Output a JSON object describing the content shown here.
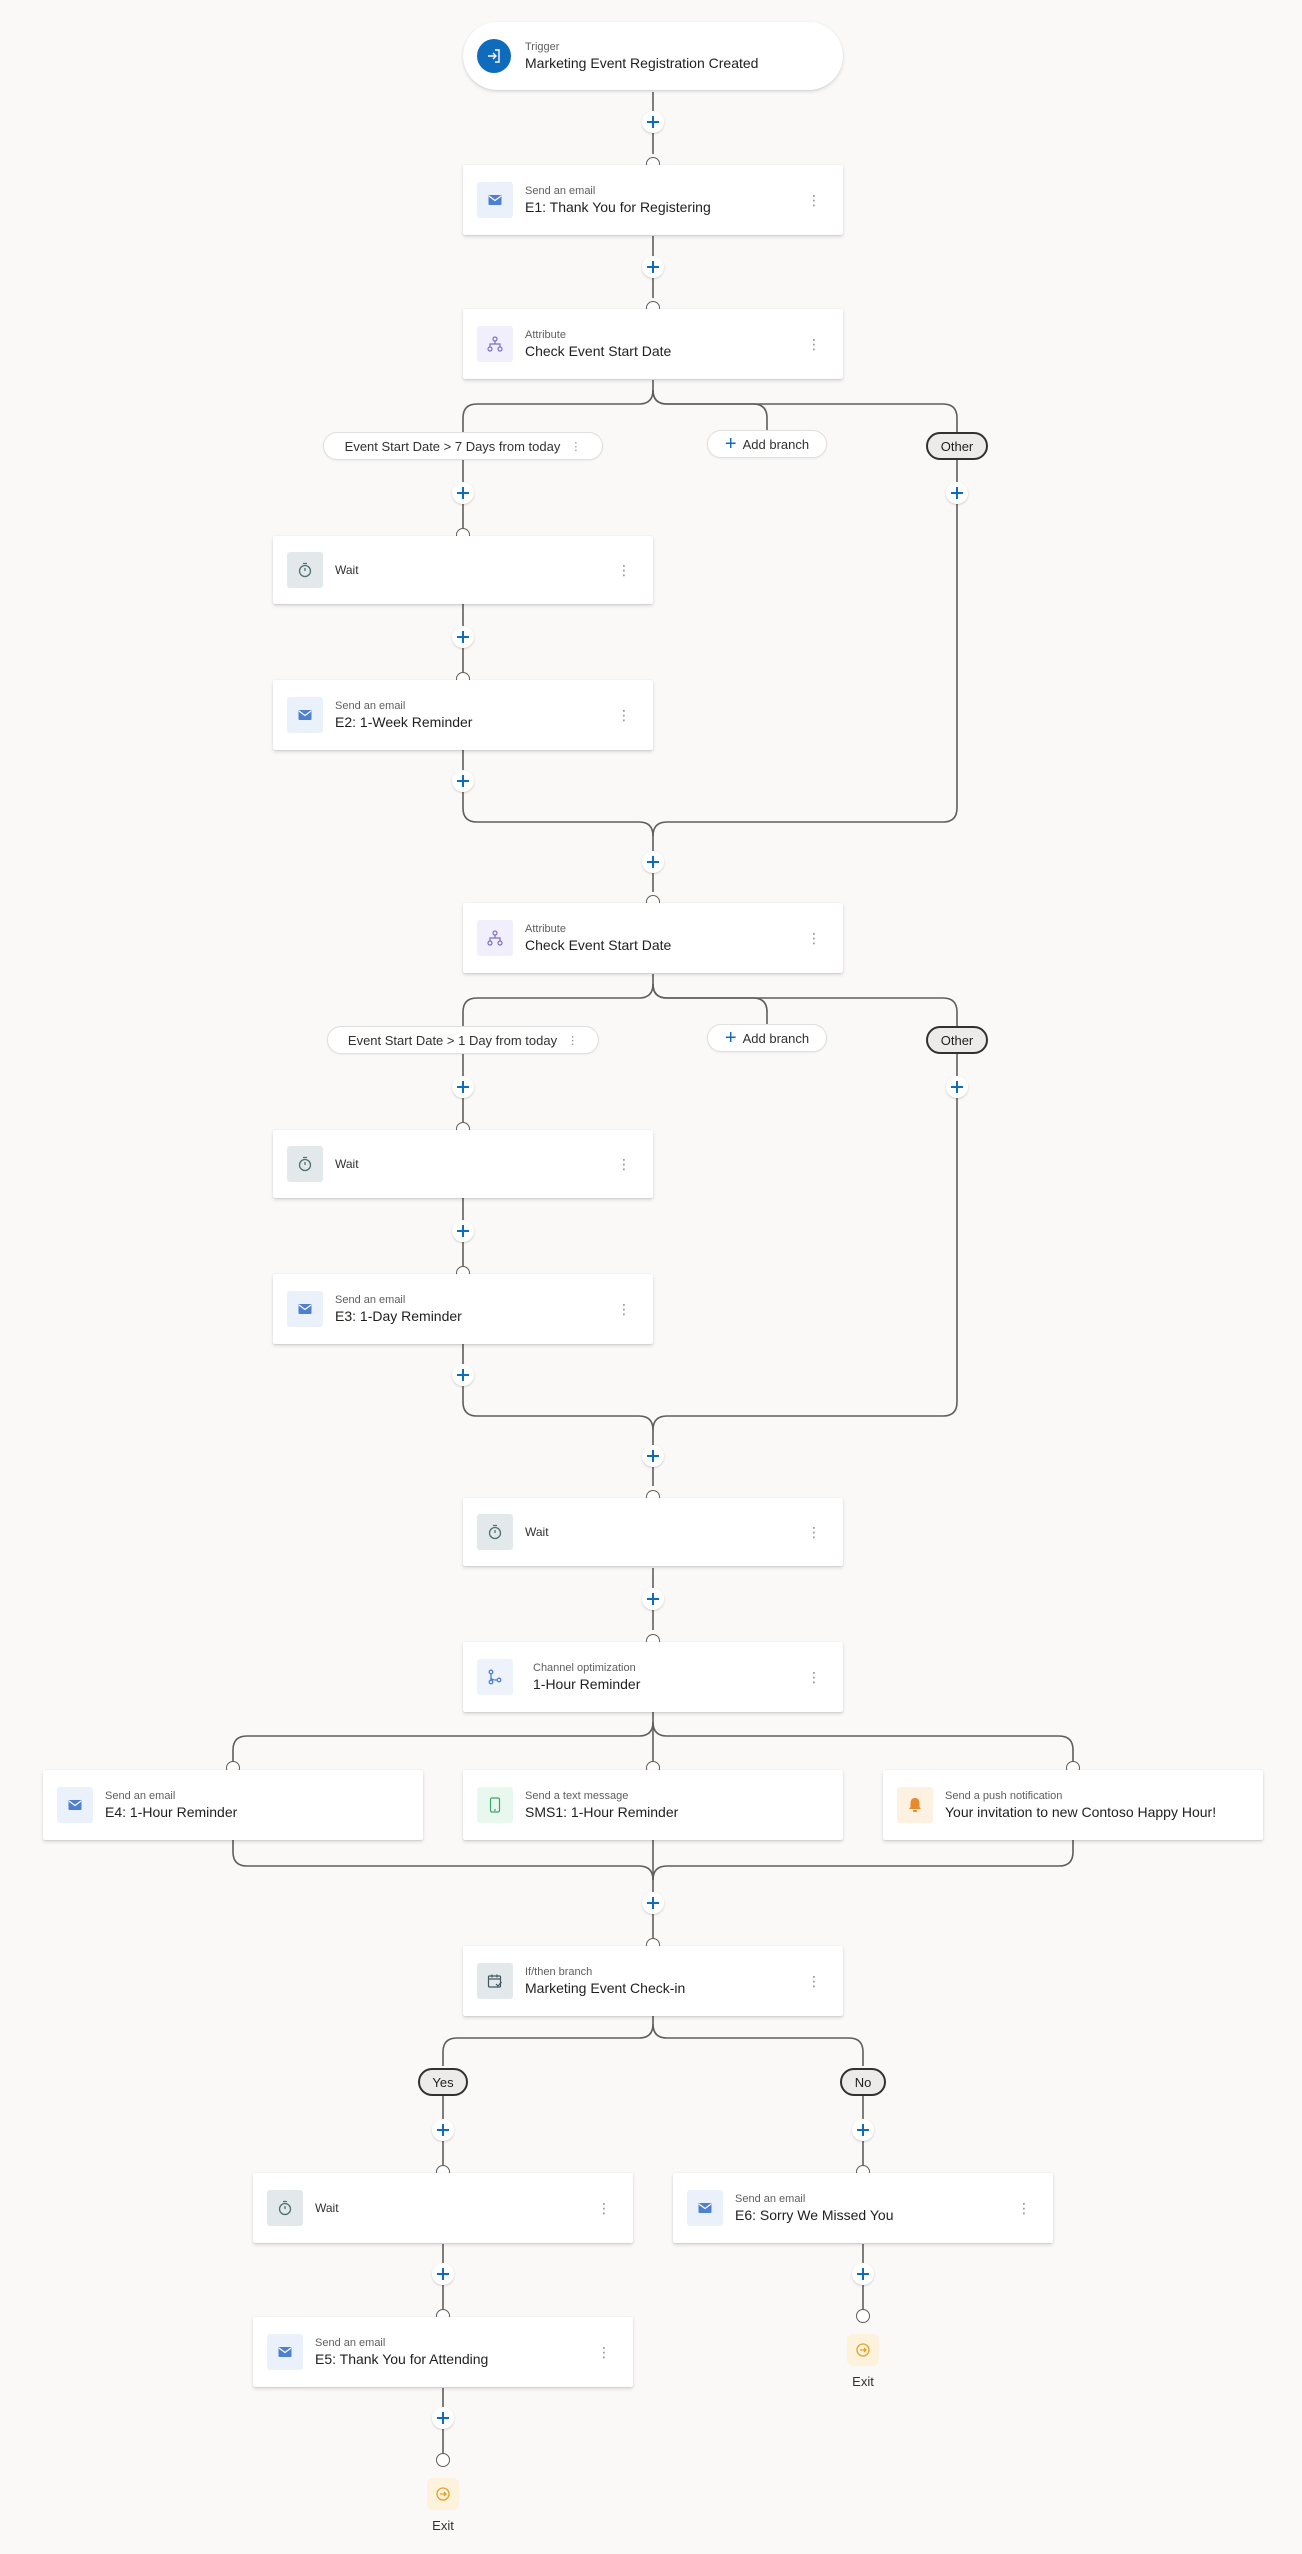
{
  "trigger": {
    "subtitle": "Trigger",
    "title": "Marketing Event Registration Created"
  },
  "steps": {
    "e1": {
      "subtitle": "Send an email",
      "title": "E1: Thank You for Registering"
    },
    "attr1": {
      "subtitle": "Attribute",
      "title": "Check Event Start Date"
    },
    "wait1": {
      "title": "Wait"
    },
    "e2": {
      "subtitle": "Send an email",
      "title": "E2: 1-Week Reminder"
    },
    "attr2": {
      "subtitle": "Attribute",
      "title": "Check Event Start Date"
    },
    "wait2": {
      "title": "Wait"
    },
    "e3": {
      "subtitle": "Send an email",
      "title": "E3: 1-Day Reminder"
    },
    "wait3": {
      "title": "Wait"
    },
    "chopt": {
      "subtitle": "Channel optimization",
      "title": "1-Hour Reminder"
    },
    "e4": {
      "subtitle": "Send an email",
      "title": "E4: 1-Hour Reminder"
    },
    "sms1": {
      "subtitle": "Send a text message",
      "title": "SMS1: 1-Hour Reminder"
    },
    "push": {
      "subtitle": "Send a push notification",
      "title": "Your invitation to new Contoso Happy Hour!"
    },
    "ifthen": {
      "subtitle": "If/then branch",
      "title": "Marketing Event Check-in"
    },
    "wait4": {
      "title": "Wait"
    },
    "e5": {
      "subtitle": "Send an email",
      "title": "E5: Thank You for Attending"
    },
    "e6": {
      "subtitle": "Send an email",
      "title": "E6: Sorry We Missed You"
    }
  },
  "branches": {
    "cond1": "Event Start Date > 7 Days from today",
    "cond2": "Event Start Date > 1 Day from today",
    "add_branch": "Add branch",
    "other": "Other",
    "yes": "Yes",
    "no": "No"
  },
  "exit_label": "Exit",
  "colors": {
    "accent": "#0f6cbd",
    "canvas": "#faf9f8",
    "connector": "#605e5c",
    "email_tile": "#eaf1fb",
    "attribute_tile": "#f1effb",
    "wait_tile": "#e3e9ea",
    "sms_tile": "#e9f8ee",
    "push_tile": "#fdf1e2",
    "exit_tile": "#fdf3dd"
  },
  "icons": [
    "sign-in-icon",
    "mail-icon",
    "hierarchy-icon",
    "timer-icon",
    "branch-icon",
    "phone-icon",
    "bell-icon",
    "calendar-check-icon",
    "exit-icon",
    "more-icon",
    "add-icon"
  ]
}
